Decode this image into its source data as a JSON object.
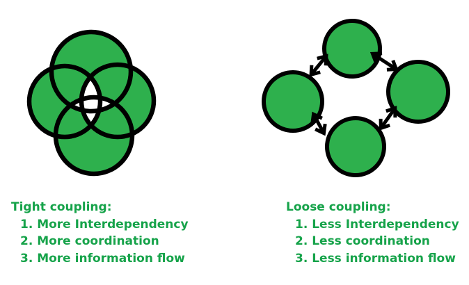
{
  "colors": {
    "circle_fill": "#2EB04D",
    "outline": "#000000",
    "lens_fill": "#FFFFFF",
    "text_green": "#16A34A",
    "background": "#FFFFFF"
  },
  "figures": {
    "tight_figure_icon": "overlapping-circles-venn-icon",
    "loose_figure_icon": "separate-circles-double-arrows-icon"
  },
  "tight": {
    "title": "Tight coupling:",
    "items": [
      "1. More Interdependency",
      "2. More coordination",
      "3. More information flow"
    ]
  },
  "loose": {
    "title": "Loose coupling:",
    "items": [
      "1. Less Interdependency",
      "2. Less coordination",
      "3. Less information flow"
    ]
  }
}
